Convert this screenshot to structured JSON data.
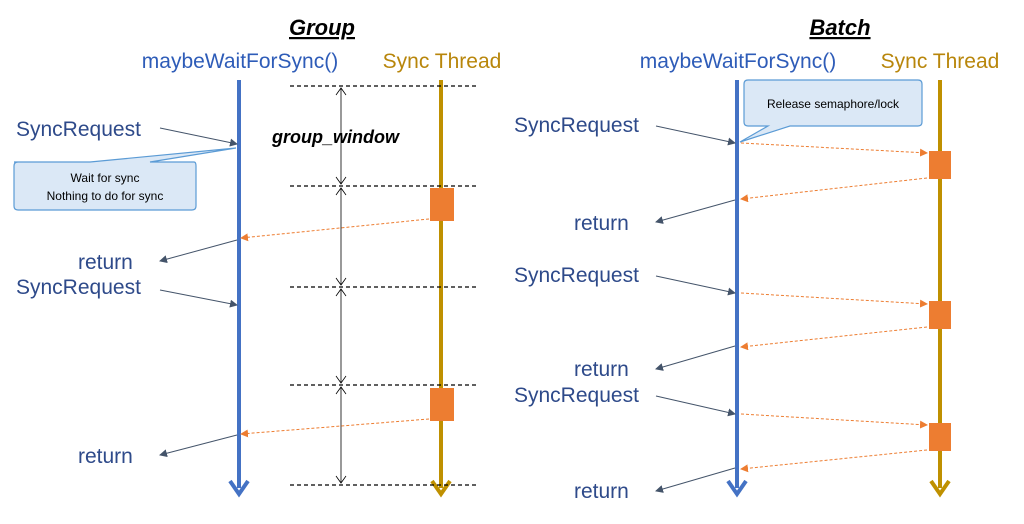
{
  "colors": {
    "caller_line": "#4472c4",
    "sync_line": "#bf9000",
    "sync_block": "#ed7d31",
    "request_arrow": "#44546a",
    "response_arrow": "#ed7d31",
    "callout_fill": "#dbe8f6",
    "callout_stroke": "#5b9bd5"
  },
  "group": {
    "title": "Group",
    "caller_label": "maybeWaitForSync()",
    "sync_label": "Sync Thread",
    "window_label": "group_window",
    "callout_lines": [
      "Wait for sync",
      "Nothing to do for sync"
    ],
    "labels": [
      "SyncRequest",
      "return",
      "SyncRequest",
      "return"
    ]
  },
  "batch": {
    "title": "Batch",
    "caller_label": "maybeWaitForSync()",
    "sync_label": "Sync Thread",
    "callout_text": "Release semaphore/lock",
    "labels": [
      "SyncRequest",
      "return",
      "SyncRequest",
      "return",
      "SyncRequest",
      "return"
    ]
  }
}
